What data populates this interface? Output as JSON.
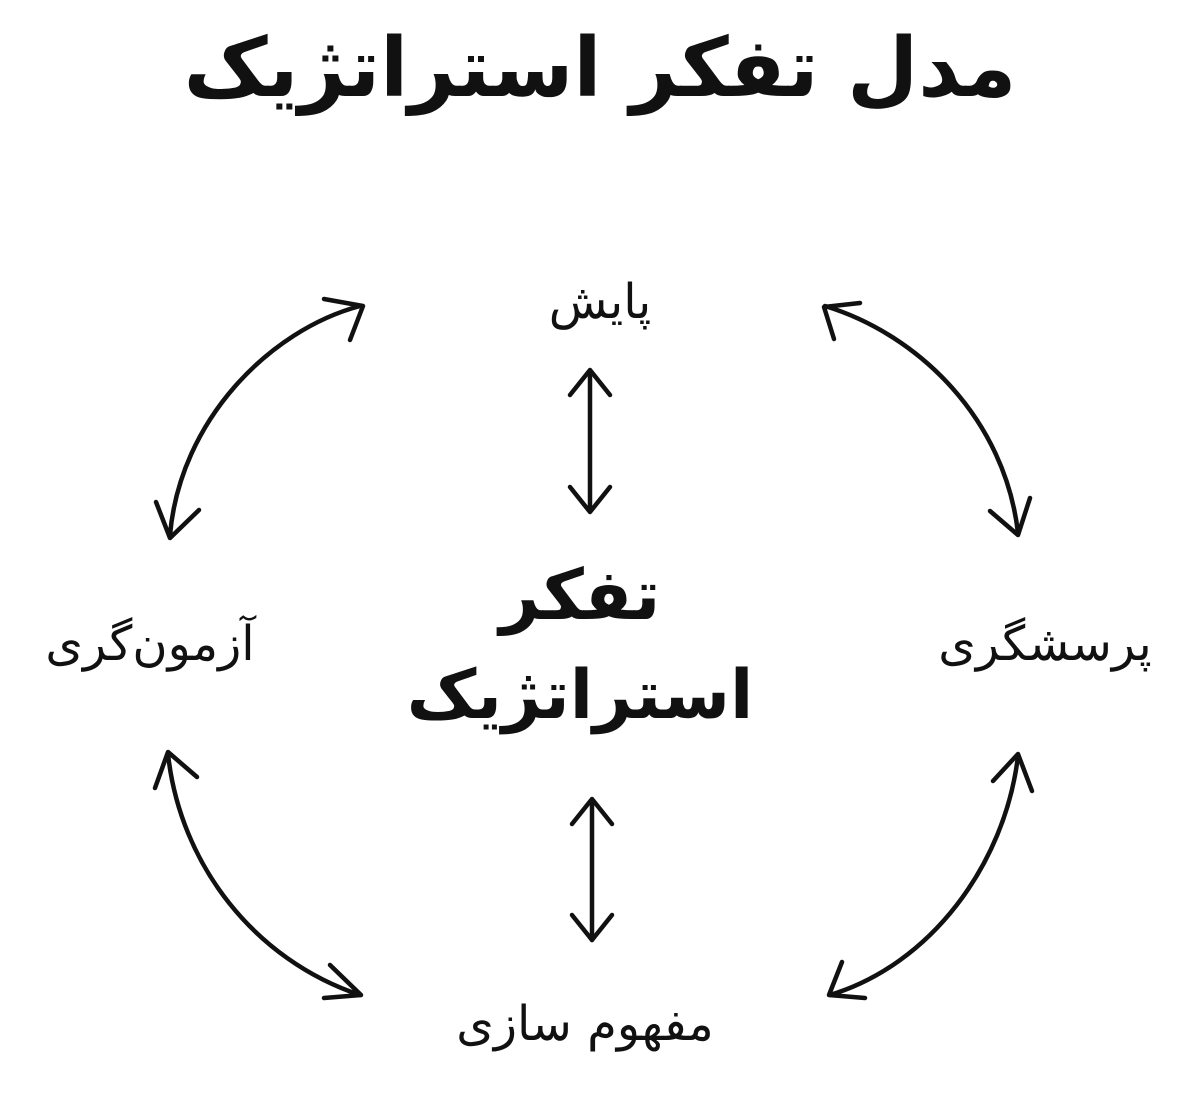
{
  "title": "مدل تفکر استراتژیک",
  "center": {
    "line1": "تفکر",
    "line2": "استراتژیک"
  },
  "nodes": {
    "top": "پایش",
    "right": "پرسشگری",
    "bottom": "مفهوم سازی",
    "left": "آزمون‌گری"
  },
  "style": {
    "line_color": "#111111",
    "background": "#ffffff"
  }
}
